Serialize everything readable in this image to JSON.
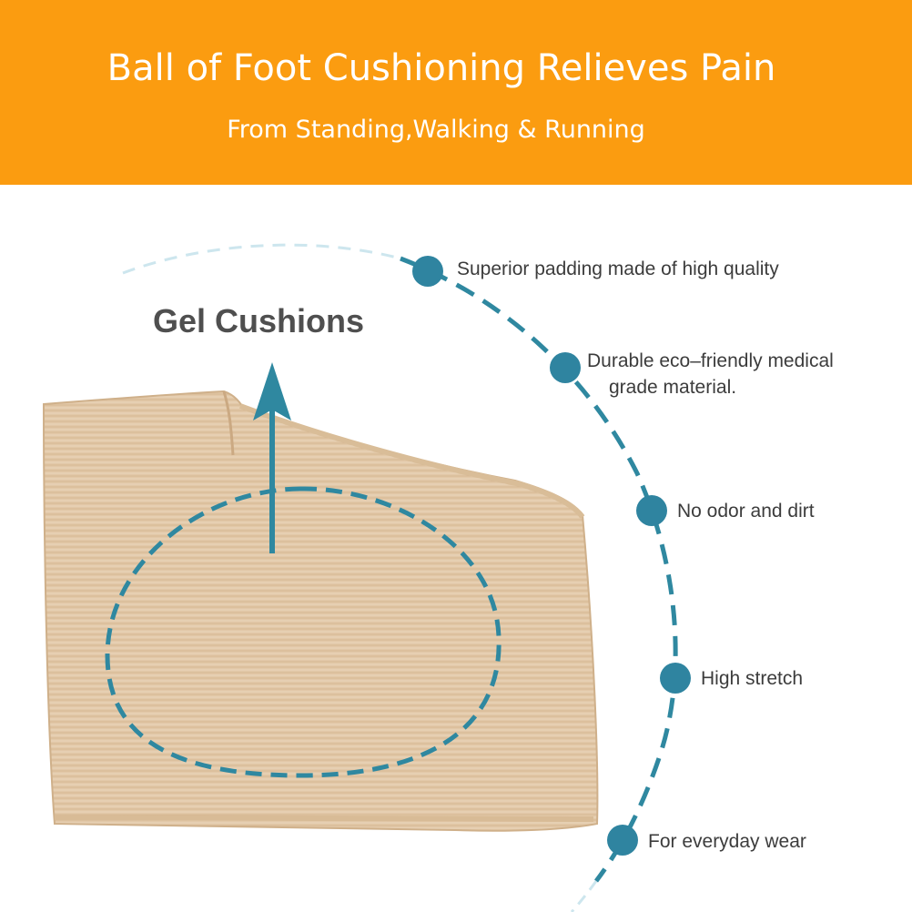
{
  "banner": {
    "title": "Ball of Foot Cushioning Relieves Pain",
    "subtitle": "From Standing,Walking & Running"
  },
  "product": {
    "callout": "Gel Cushions"
  },
  "features": [
    {
      "line1": "Superior padding made of high quality",
      "line2": ""
    },
    {
      "line1": "Durable eco–friendly medical",
      "line2": "grade material."
    },
    {
      "line1": "No odor and dirt",
      "line2": ""
    },
    {
      "line1": "High stretch",
      "line2": ""
    },
    {
      "line1": "For everyday wear",
      "line2": ""
    }
  ],
  "colors": {
    "banner": "#fb9c10",
    "accent": "#2f88a0",
    "fabric": "#e2c7a7"
  }
}
